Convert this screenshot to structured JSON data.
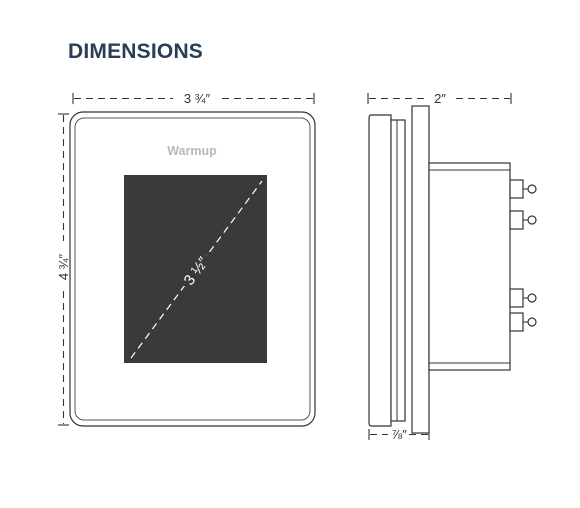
{
  "title": "DIMENSIONS",
  "brand": "Warmup",
  "dimensions": {
    "width": "3 ¾″",
    "height": "4 ¾″",
    "screen_diagonal": "3 ½″",
    "depth": "2″",
    "plate_thickness": "⅞″"
  },
  "colors": {
    "title": "#2b3e57",
    "screen": "#3a3a3a",
    "line": "#333333"
  }
}
